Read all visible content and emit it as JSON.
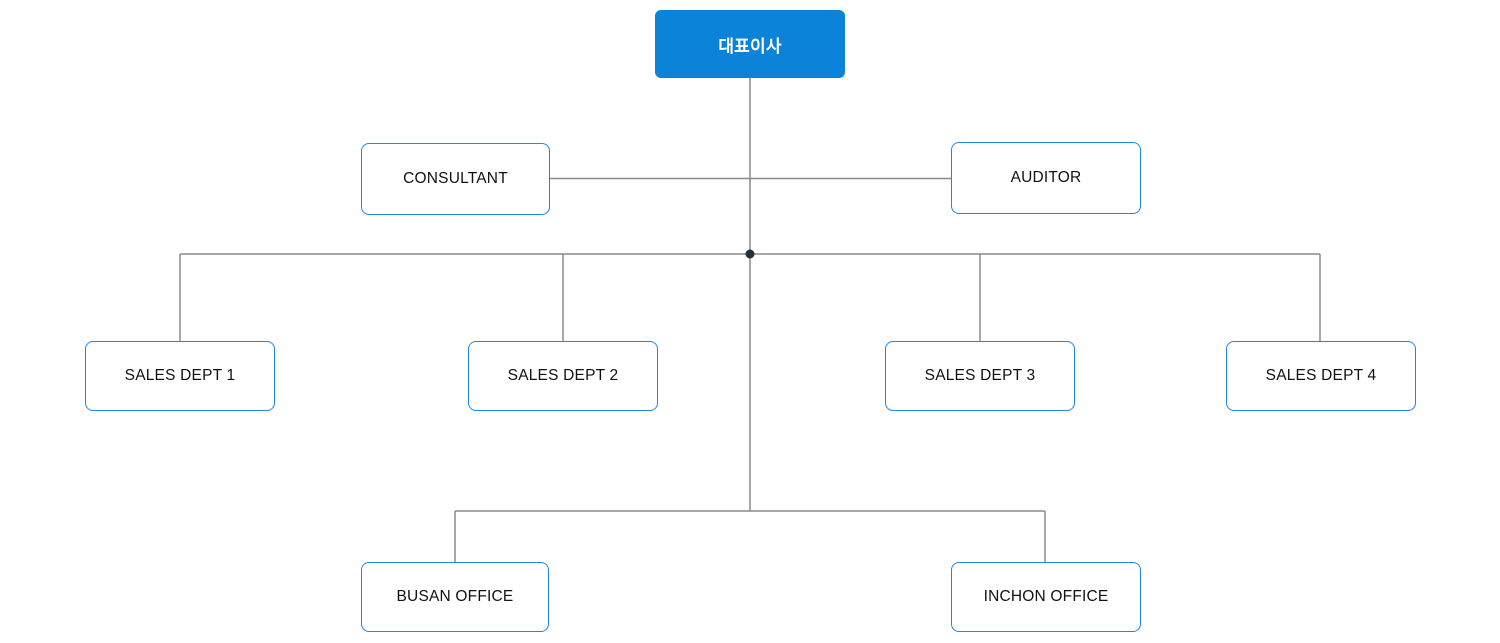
{
  "chart_data": {
    "type": "org-chart",
    "root": {
      "label": "대표이사"
    },
    "staff": [
      {
        "label": "CONSULTANT"
      },
      {
        "label": "AUDITOR"
      }
    ],
    "departments": [
      {
        "label": "SALES DEPT 1"
      },
      {
        "label": "SALES DEPT 2"
      },
      {
        "label": "SALES DEPT 3"
      },
      {
        "label": "SALES DEPT 4"
      }
    ],
    "offices": [
      {
        "label": "BUSAN OFFICE"
      },
      {
        "label": "INCHON OFFICE"
      }
    ]
  },
  "colors": {
    "root_fill": "#0a83d8",
    "root_text": "#ffffff",
    "box_border": "#1d87e4",
    "box_text": "#111111",
    "line": "#8a8a8a",
    "junction_dot": "#22303c",
    "background": "#ffffff"
  }
}
